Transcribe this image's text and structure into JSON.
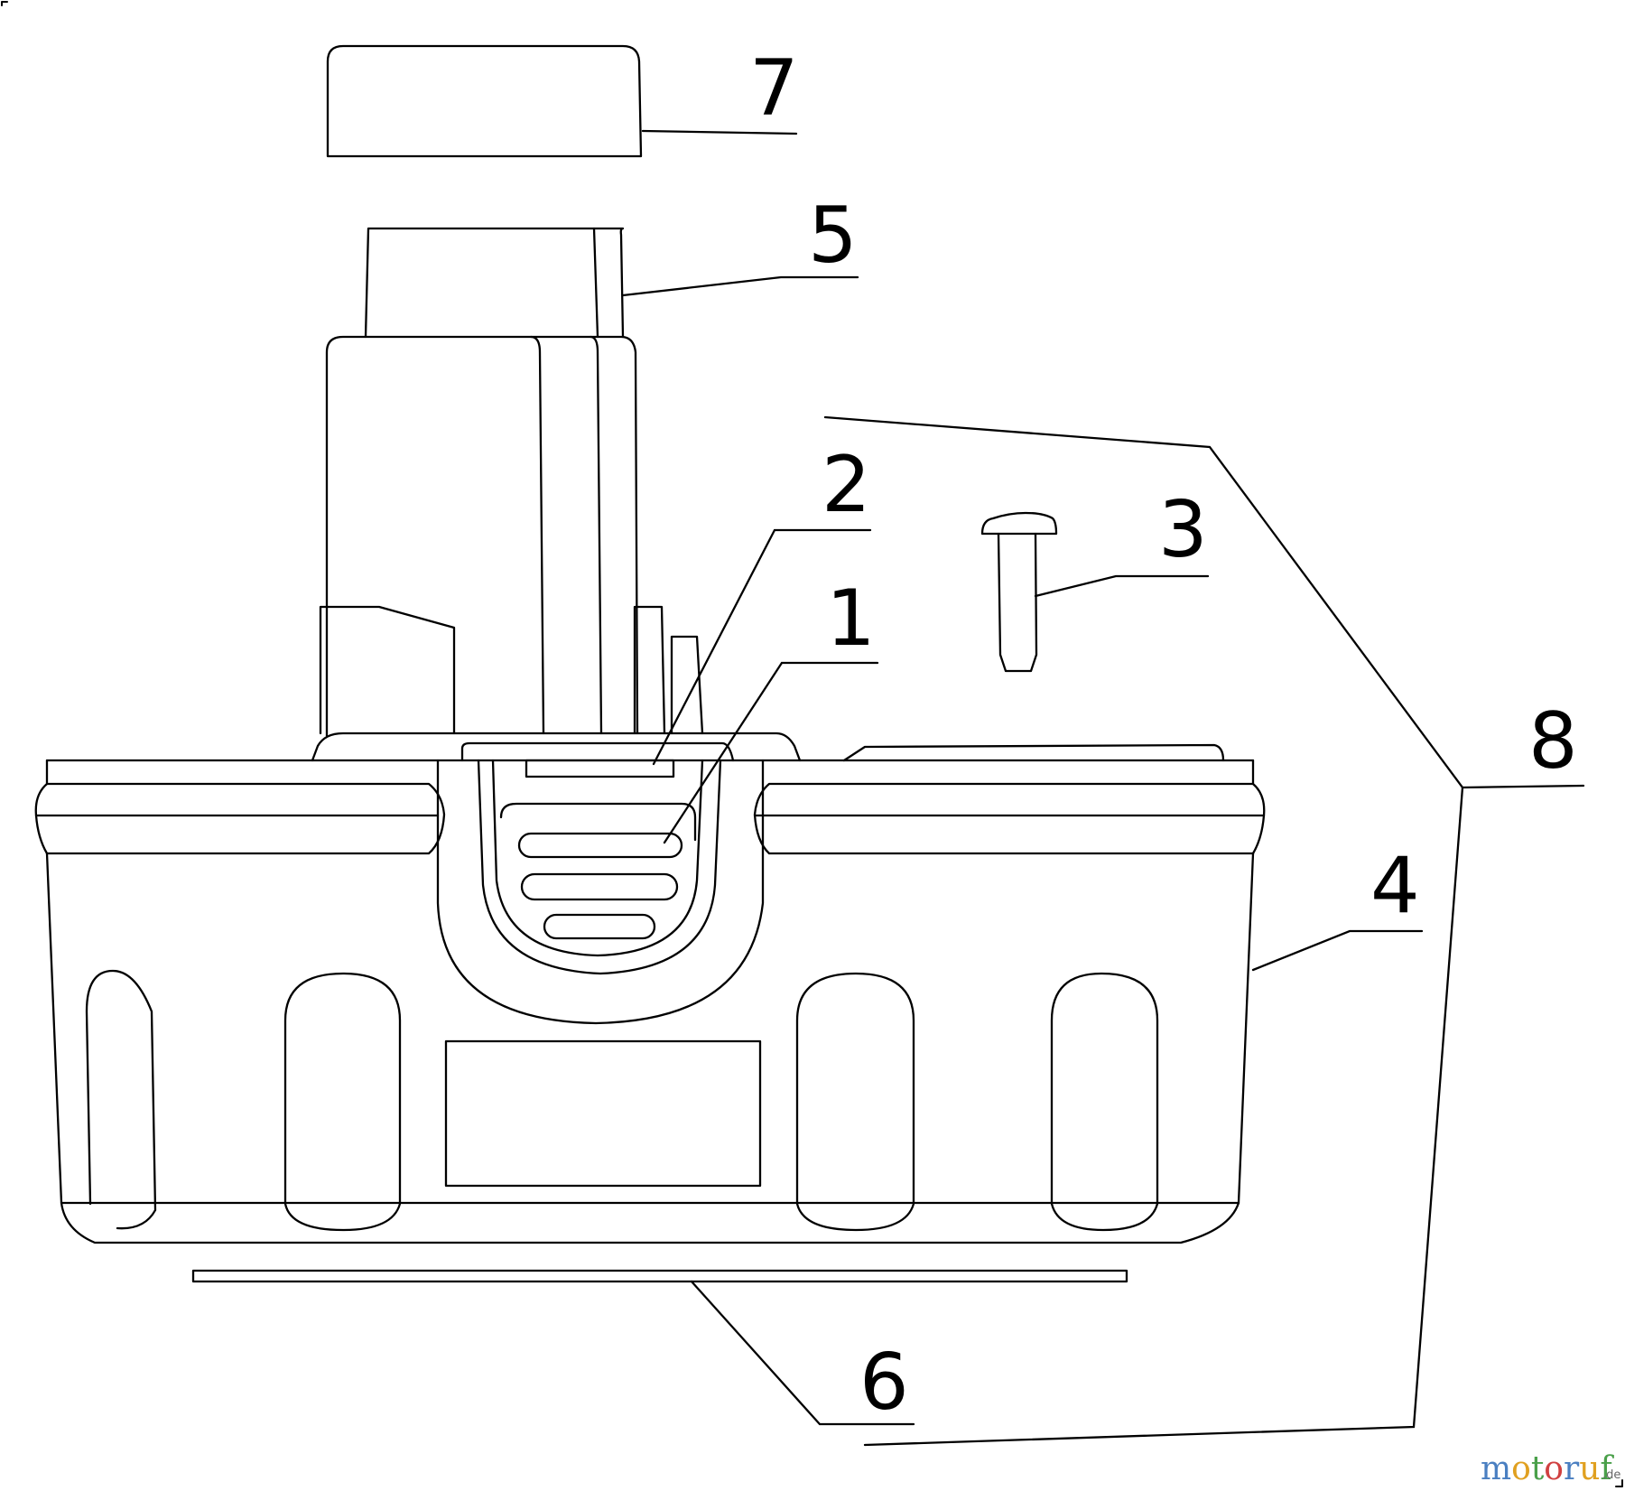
{
  "diagram": {
    "callouts": [
      {
        "id": "1",
        "label": "1"
      },
      {
        "id": "2",
        "label": "2"
      },
      {
        "id": "3",
        "label": "3"
      },
      {
        "id": "4",
        "label": "4"
      },
      {
        "id": "5",
        "label": "5"
      },
      {
        "id": "6",
        "label": "6"
      },
      {
        "id": "7",
        "label": "7"
      },
      {
        "id": "8",
        "label": "8"
      }
    ]
  },
  "watermark": {
    "letters": [
      "m",
      "o",
      "t",
      "o",
      "r",
      "u",
      "f"
    ],
    "letter_colors": [
      "#4a7fc1",
      "#e0a020",
      "#4aa04a",
      "#d04040",
      "#4a7fc1",
      "#e0a020",
      "#4aa04a"
    ],
    "suffix": ".de"
  }
}
